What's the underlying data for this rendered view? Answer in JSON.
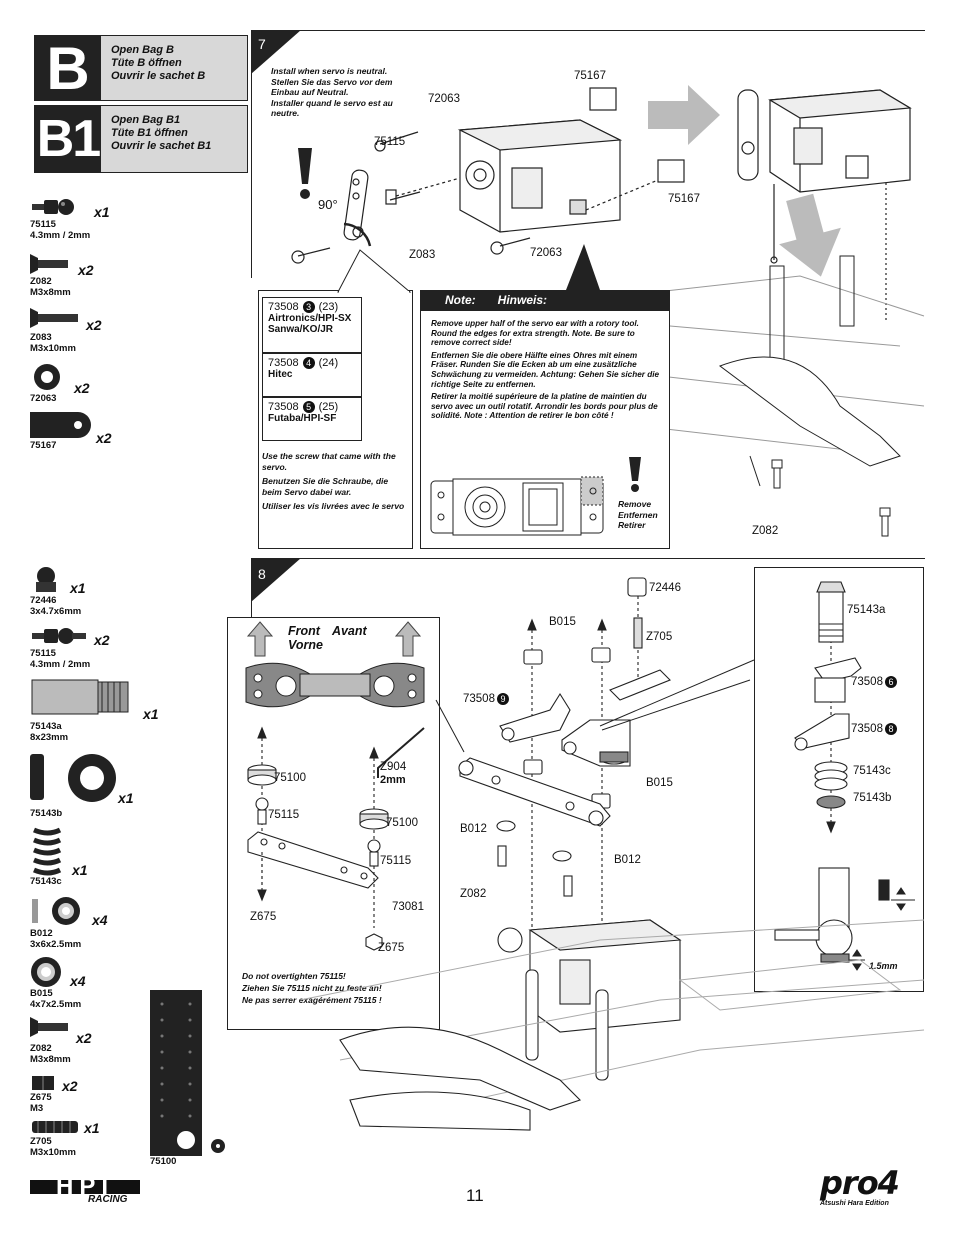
{
  "bags": [
    {
      "letter": "B",
      "lines": [
        "Open Bag B",
        "Tüte B öffnen",
        "Ouvrir le sachet B"
      ]
    },
    {
      "letter": "B1",
      "lines": [
        "Open Bag B1",
        "Tüte B1 öffnen",
        "Ouvrir le sachet B1"
      ]
    }
  ],
  "parts_bag_b1": [
    {
      "code": "75115",
      "desc": "4.3mm / 2mm",
      "qty": "x1"
    },
    {
      "code": "Z082",
      "desc": "M3x8mm",
      "qty": "x2"
    },
    {
      "code": "Z083",
      "desc": "M3x10mm",
      "qty": "x2"
    },
    {
      "code": "72063",
      "desc": "",
      "qty": "x2"
    },
    {
      "code": "75167",
      "desc": "",
      "qty": "x2"
    }
  ],
  "parts_bag_b": [
    {
      "code": "72446",
      "desc": "3x4.7x6mm",
      "qty": "x1"
    },
    {
      "code": "75115",
      "desc": "4.3mm / 2mm",
      "qty": "x2"
    },
    {
      "code": "75143a",
      "desc": "8x23mm",
      "qty": "x1"
    },
    {
      "code": "75143b",
      "desc": "",
      "qty": "x1"
    },
    {
      "code": "75143c",
      "desc": "",
      "qty": "x1"
    },
    {
      "code": "B012",
      "desc": "3x6x2.5mm",
      "qty": "x4"
    },
    {
      "code": "B015",
      "desc": "4x7x2.5mm",
      "qty": "x4"
    },
    {
      "code": "Z082",
      "desc": "M3x8mm",
      "qty": "x2"
    },
    {
      "code": "Z675",
      "desc": "M3",
      "qty": "x2"
    },
    {
      "code": "Z705",
      "desc": "M3x10mm",
      "qty": "x1"
    },
    {
      "code": "75100",
      "desc": "",
      "qty": ""
    }
  ],
  "step7": {
    "number": "7",
    "install_note": [
      "Install when servo is neutral.",
      "Stellen Sie das Servo vor dem",
      "Einbau auf Neutral.",
      "Installer quand le servo est au",
      "neutre."
    ],
    "angle": "90°",
    "labels": {
      "l72063a": "72063",
      "l75167a": "75167",
      "l75115": "75115",
      "l75167b": "75167",
      "lZ083": "Z083",
      "l72063b": "72063",
      "lZ082": "Z082"
    },
    "servo_table": [
      {
        "code": "73508",
        "num": "3",
        "count": "(23)",
        "brand": "Airtronics/HPI-SX\nSanwa/KO/JR"
      },
      {
        "code": "73508",
        "num": "4",
        "count": "(24)",
        "brand": "Hitec"
      },
      {
        "code": "73508",
        "num": "5",
        "count": "(25)",
        "brand": "Futaba/HPI-SF"
      }
    ],
    "screw_note": [
      "Use the screw that came with the servo.",
      "Benutzen Sie die Schraube, die beim Servo dabei war.",
      "Utiliser les vis livrées avec le servo"
    ],
    "note_title": "Note:",
    "note_title_de": "Hinweis:",
    "note_text": [
      "Remove upper half of the servo ear with a rotory tool. Round the edges for extra strength. Note. Be sure to remove correct side!",
      "Entfernen Sie die obere Hälfte eines Ohres mit einem Fräser. Runden Sie die Ecken ab um eine zusätzliche Schwächung zu vermeiden. Achtung: Gehen Sie sicher die richtige Seite zu entfernen.",
      "Retirer la moitié supérieure de la platine de maintien du servo avec un outil rotatif. Arrondir les bords pour plus de solidité. Note : Attention de retirer le bon côté !"
    ],
    "remove": [
      "Remove",
      "Entfernen",
      "Retirer"
    ]
  },
  "step8": {
    "number": "8",
    "front": "Front",
    "avant": "Avant",
    "vorne": "Vorne",
    "labels": {
      "l75100a": "75100",
      "l75115a": "75115",
      "lZ675a": "Z675",
      "lZ904": "Z904",
      "l2mm": "2mm",
      "l75100b": "75100",
      "l75115b": "75115",
      "l73081": "73081",
      "lZ675b": "Z675",
      "l72446": "72446",
      "lB015a": "B015",
      "lZ705": "Z705",
      "l73508_9": "73508",
      "lB015b": "B015",
      "lB012a": "B012",
      "lB012b": "B012",
      "lZ082": "Z082",
      "l75143a": "75143a",
      "l73508_6": "73508",
      "l73508_8": "73508",
      "l75143c": "75143c",
      "l75143b": "75143b",
      "l15mm": "1.5mm"
    },
    "circled": {
      "n9": "9",
      "n6": "6",
      "n8": "8"
    },
    "torque_note": [
      "Do not overtighten 75115!",
      "Ziehen Sie 75115 nicht zu feste an!",
      "Ne pas serrer exagérément 75115 !"
    ]
  },
  "footer": {
    "page": "11",
    "logo_left": "HPI",
    "logo_left_sub": "RACING",
    "logo_right": "pro4",
    "logo_right_sub": "Atsushi Hara Edition"
  }
}
